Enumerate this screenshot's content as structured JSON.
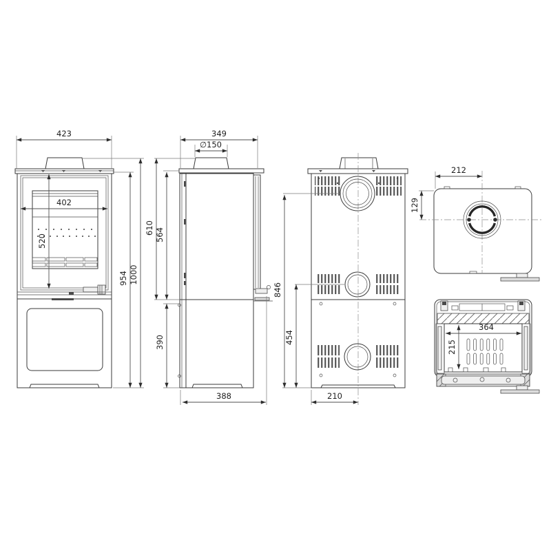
{
  "drawing": {
    "background_color": "#ffffff",
    "line_color": "#3a3a3a",
    "views": {
      "front": "front-view",
      "side": "side-view",
      "back": "back-view",
      "top": "top-view",
      "bottom": "bottom-view"
    },
    "dimensions": {
      "front_overall_width": "423",
      "front_glass_width": "402",
      "front_door_height": "520",
      "front_body_height": "954",
      "front_total_height": "1000",
      "side_top_depth": "349",
      "side_flue_diameter": "∅150",
      "side_height_to_collar": "610",
      "side_stove_height": "564",
      "side_base_height": "390",
      "side_overall_depth": "388",
      "back_flue_centre_height": "846",
      "back_lower_outlet_height": "454",
      "back_flue_centre_offset": "210",
      "top_flue_from_left": "212",
      "top_flue_from_back": "129",
      "bottom_opening_width": "364",
      "bottom_opening_depth": "215"
    }
  }
}
